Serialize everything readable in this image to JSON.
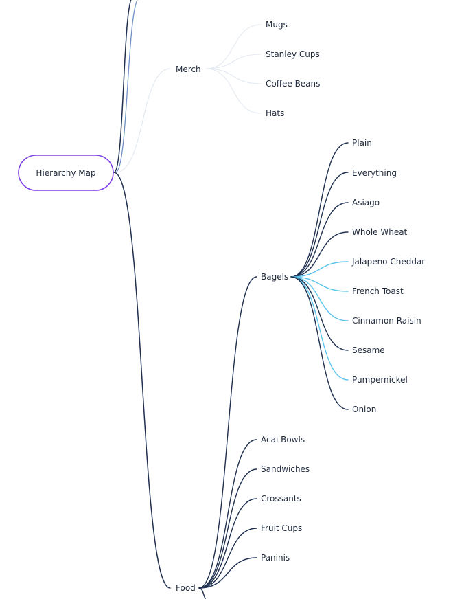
{
  "root": {
    "label": "Hierarchy Map"
  },
  "colors": {
    "dark": "#1f3050",
    "mid": "#6f8fc7",
    "light": "#e3e9f1",
    "cyan": "#5cc3ec",
    "root_border": "#7b3fe4"
  },
  "branches": [
    {
      "label": "Merch",
      "color": "light",
      "children": [
        {
          "label": "Mugs",
          "color": "light"
        },
        {
          "label": "Stanley Cups",
          "color": "light"
        },
        {
          "label": "Coffee Beans",
          "color": "light"
        },
        {
          "label": "Hats",
          "color": "light"
        }
      ]
    },
    {
      "label": "Food",
      "color": "dark",
      "children": [
        {
          "label": "Bagels",
          "color": "dark",
          "children": [
            {
              "label": "Plain",
              "color": "dark"
            },
            {
              "label": "Everything",
              "color": "dark"
            },
            {
              "label": "Asiago",
              "color": "dark"
            },
            {
              "label": "Whole Wheat",
              "color": "dark"
            },
            {
              "label": "Jalapeno Cheddar",
              "color": "cyan"
            },
            {
              "label": "French Toast",
              "color": "cyan"
            },
            {
              "label": "Cinnamon Raisin",
              "color": "cyan"
            },
            {
              "label": "Sesame",
              "color": "dark"
            },
            {
              "label": "Pumpernickel",
              "color": "cyan"
            },
            {
              "label": "Onion",
              "color": "dark"
            }
          ]
        },
        {
          "label": "Acai Bowls",
          "color": "dark"
        },
        {
          "label": "Sandwiches",
          "color": "dark"
        },
        {
          "label": "Crossants",
          "color": "dark"
        },
        {
          "label": "Fruit Cups",
          "color": "dark"
        },
        {
          "label": "Paninis",
          "color": "dark"
        }
      ]
    }
  ]
}
